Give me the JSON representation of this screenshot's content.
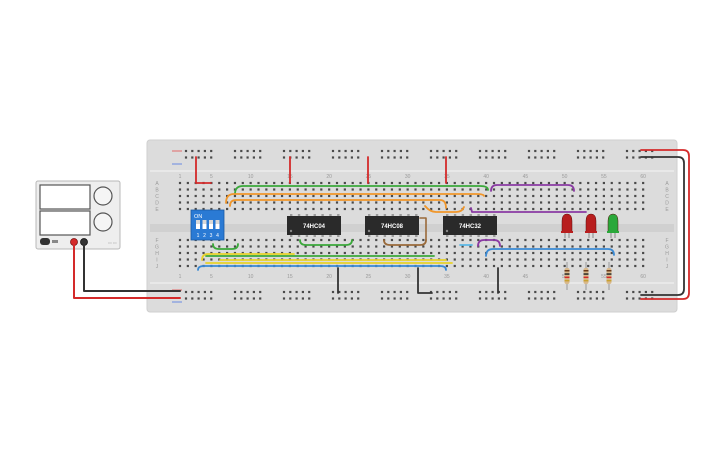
{
  "colors": {
    "wire_red": "#d42a2a",
    "wire_black": "#333333",
    "wire_green": "#3aa83a",
    "wire_orange": "#f0962a",
    "wire_purple": "#8a3aa3",
    "wire_yellow": "#e8d22a",
    "wire_blue": "#3a8ad4",
    "wire_brown": "#9a6a3a",
    "wire_cyan": "#5ab8e6",
    "breadboard": "#dcdcdc",
    "chip": "#2a2a2a",
    "dip_switch": "#2a7ad4"
  },
  "power_supply": {
    "terminal_labels": [
      "",
      ""
    ],
    "knob_labels": [
      "",
      ""
    ]
  },
  "breadboard": {
    "column_numbers": [
      "1",
      "5",
      "10",
      "15",
      "20",
      "25",
      "30",
      "35",
      "40",
      "45",
      "50",
      "55",
      "60"
    ],
    "row_letters_top": [
      "A",
      "B",
      "C",
      "D",
      "E"
    ],
    "row_letters_bottom": [
      "F",
      "G",
      "H",
      "I",
      "J"
    ]
  },
  "dip_switch": {
    "on_label": "ON",
    "numbers": [
      "1",
      "2",
      "3",
      "4"
    ]
  },
  "chips": [
    {
      "label": "74HC04"
    },
    {
      "label": "74HC08"
    },
    {
      "label": "74HC32"
    }
  ],
  "leds": [
    {
      "color": "#b81e1e"
    },
    {
      "color": "#b81e1e"
    },
    {
      "color": "#2aa83a"
    }
  ],
  "resistors": [
    {
      "value": ""
    },
    {
      "value": ""
    },
    {
      "value": ""
    }
  ]
}
